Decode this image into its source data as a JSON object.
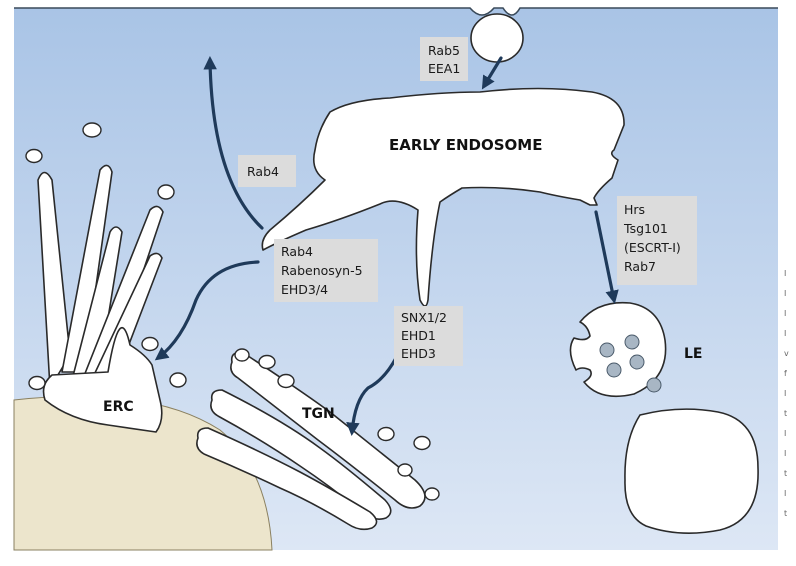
{
  "organelles": {
    "early_endosome": "EARLY ENDOSOME",
    "erc": "ERC",
    "tgn": "TGN",
    "le": "LE"
  },
  "regulators": {
    "entry": [
      "Rab5",
      "EEA1"
    ],
    "fast_recycling": [
      "Rab4"
    ],
    "slow_recycling": [
      "Rab4",
      "Rabenosyn-5",
      "EHD3/4"
    ],
    "retrograde": [
      "SNX1/2",
      "EHD1",
      "EHD3"
    ],
    "degradation": [
      "Hrs",
      "Tsg101",
      "(ESCRT-I)",
      "Rab7"
    ]
  },
  "colors": {
    "cytoplasm_top": "#a9c4e6",
    "cytoplasm_bottom": "#dde7f5",
    "nucleus": "#ece5cc",
    "label_box": "#dcdcdc",
    "arrow": "#1f3a5a"
  }
}
